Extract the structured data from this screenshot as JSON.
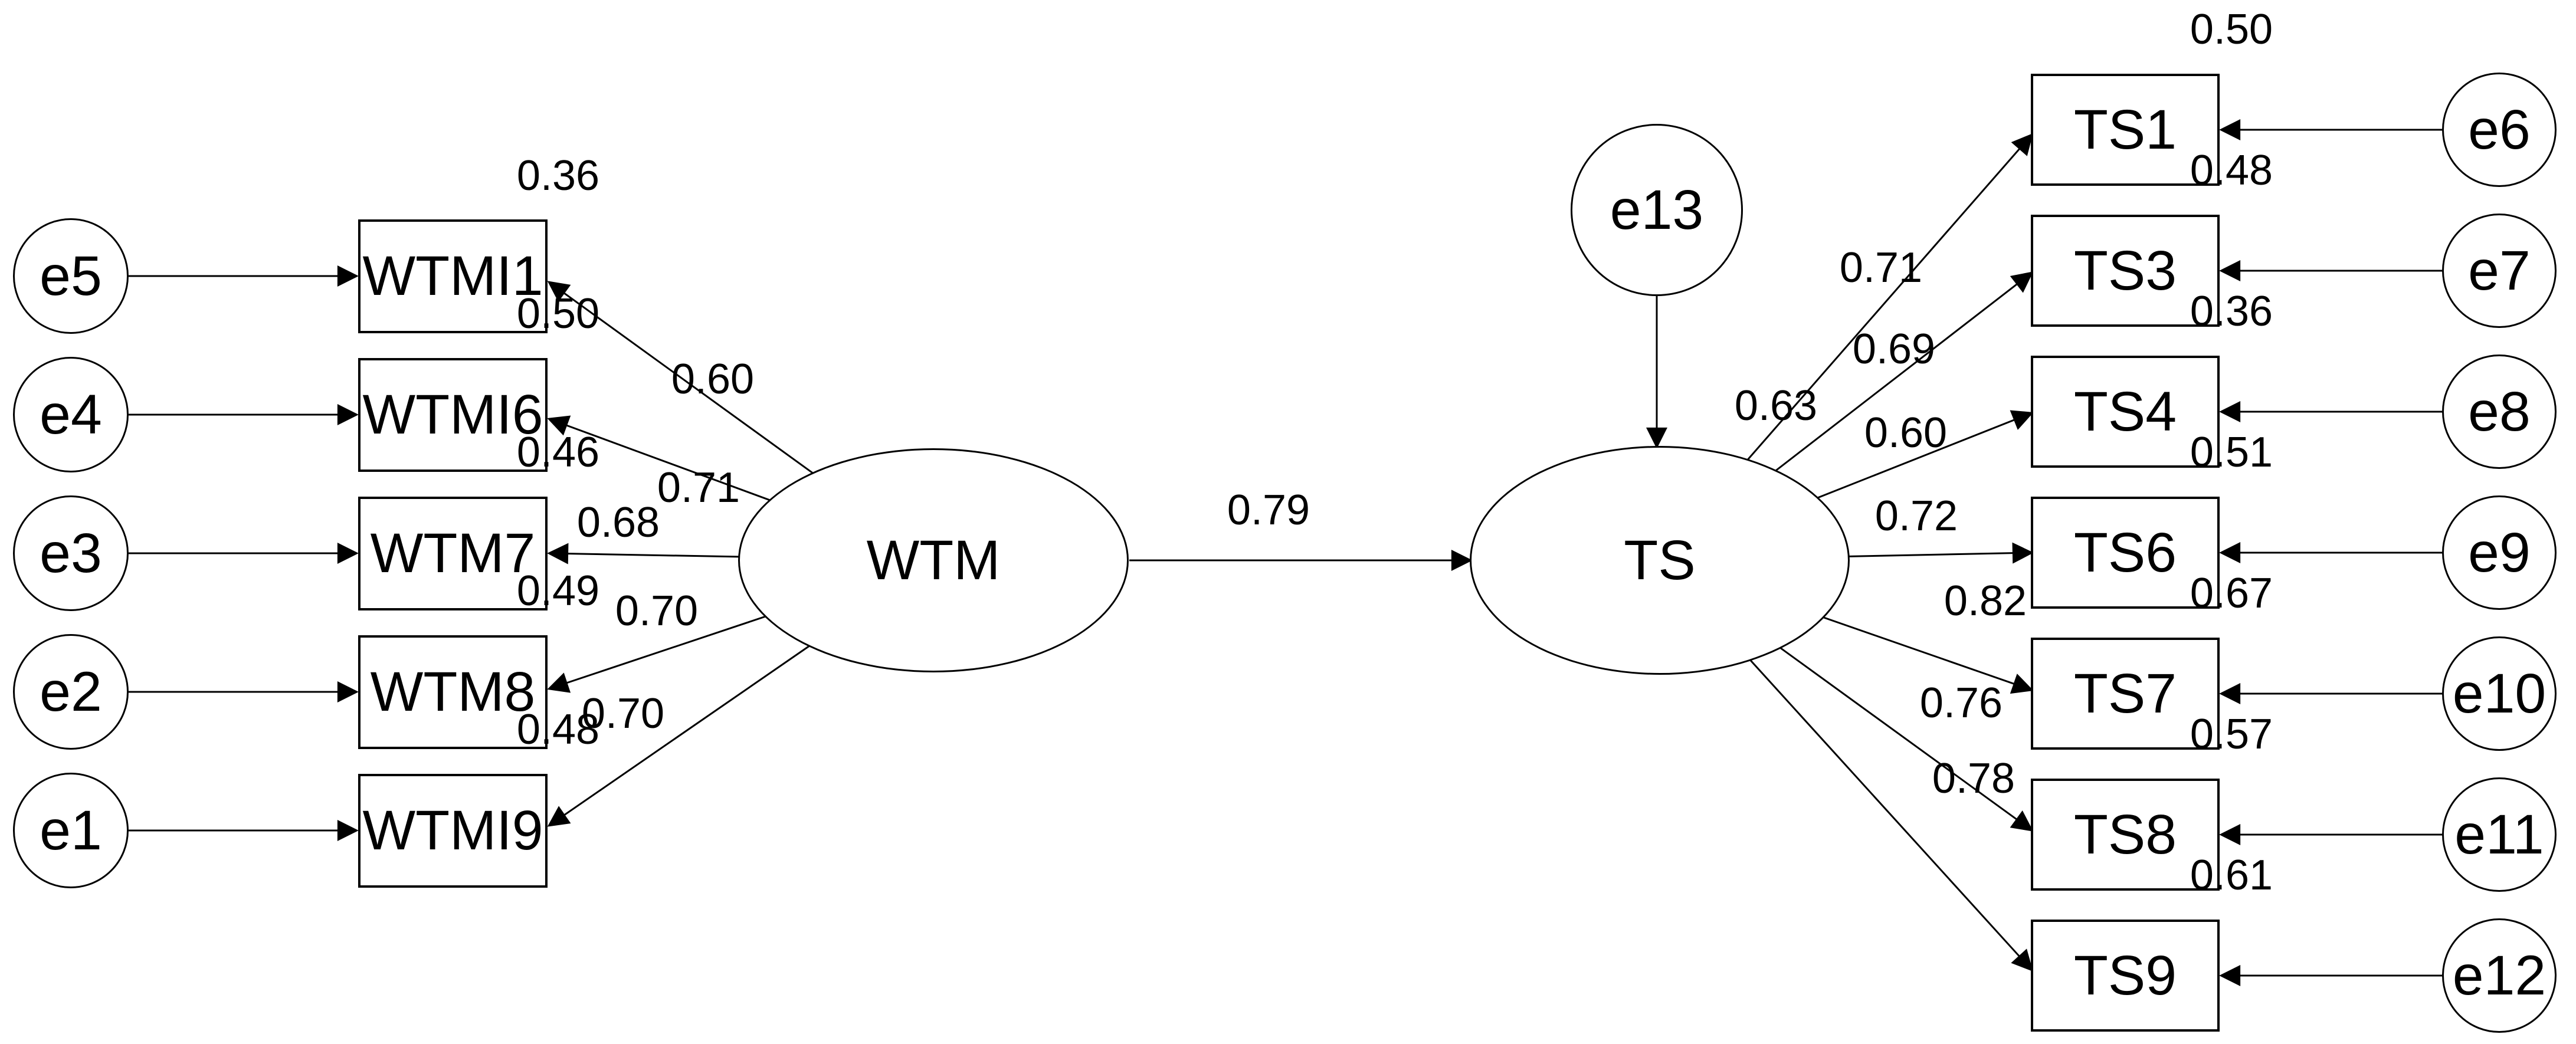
{
  "diagram": {
    "title": "SEM path diagram (standardized estimates)",
    "latent": {
      "wtm": {
        "label": "WTM"
      },
      "ts": {
        "label": "TS",
        "r2": "0.63"
      }
    },
    "structural_path": {
      "from": "WTM",
      "to": "TS",
      "coefficient": "0.79"
    },
    "disturbance": {
      "label": "e13"
    },
    "left_indicators": [
      {
        "label": "WTMI1",
        "error": "e5",
        "loading": "0.60",
        "r2": "0.36"
      },
      {
        "label": "WTMI6",
        "error": "e4",
        "loading": "0.71",
        "r2": "0.50"
      },
      {
        "label": "WTM7",
        "error": "e3",
        "loading": "0.68",
        "r2": "0.46"
      },
      {
        "label": "WTM8",
        "error": "e2",
        "loading": "0.70",
        "r2": "0.49"
      },
      {
        "label": "WTMI9",
        "error": "e1",
        "loading": "0.70",
        "r2": "0.48"
      }
    ],
    "right_indicators": [
      {
        "label": "TS1",
        "error": "e6",
        "loading": "0.71",
        "r2": "0.50"
      },
      {
        "label": "TS3",
        "error": "e7",
        "loading": "0.69",
        "r2": "0.48"
      },
      {
        "label": "TS4",
        "error": "e8",
        "loading": "0.60",
        "r2": "0.36"
      },
      {
        "label": "TS6",
        "error": "e9",
        "loading": "0.72",
        "r2": "0.51"
      },
      {
        "label": "TS7",
        "error": "e10",
        "loading": "0.82",
        "r2": "0.67"
      },
      {
        "label": "TS8",
        "error": "e11",
        "loading": "0.76",
        "r2": "0.57"
      },
      {
        "label": "TS9",
        "error": "e12",
        "loading": "0.78",
        "r2": "0.61"
      }
    ],
    "colors": {
      "stroke": "#000000",
      "background": "#ffffff"
    }
  }
}
